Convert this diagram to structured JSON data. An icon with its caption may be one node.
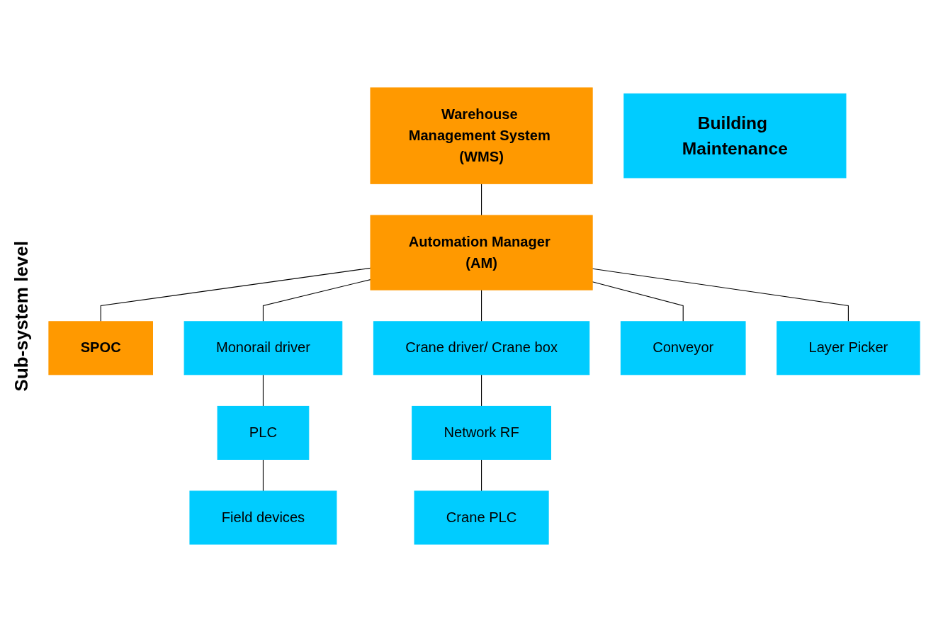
{
  "diagram": {
    "nodes": [
      {
        "text": [
          "Warehouse Management System (WMS)"
        ]
      },
      {
        "text": [
          "Automation Manager (AM)"
        ]
      },
      {
        "text": [
          "SPOC"
        ]
      },
      {
        "text": [
          "Monorail driver"
        ]
      },
      {
        "text": [
          "Crane driver/ Crane box"
        ]
      },
      {
        "text": [
          "Conveyor"
        ]
      },
      {
        "text": [
          "Layer Picker"
        ]
      },
      {
        "text": [
          "PLC"
        ]
      },
      {
        "text": [
          "Network RF"
        ]
      },
      {
        "text": [
          "Field devices"
        ]
      },
      {
        "text": [
          "Crane PLC"
        ]
      },
      {
        "text": [
          "Building Maintenance"
        ]
      }
    ],
    "edges": [
      {
        "from": 0,
        "to": 1,
        "arrow": "none"
      },
      {
        "from": 1,
        "to": 2,
        "arrow": "none"
      },
      {
        "from": 1,
        "to": 3,
        "arrow": "none"
      },
      {
        "from": 1,
        "to": 4,
        "arrow": "none"
      },
      {
        "from": 1,
        "to": 5,
        "arrow": "none"
      },
      {
        "from": 1,
        "to": 6,
        "arrow": "none"
      },
      {
        "from": 3,
        "to": 7,
        "arrow": "none"
      },
      {
        "from": 7,
        "to": 9,
        "arrow": "none"
      },
      {
        "from": 4,
        "to": 8,
        "arrow": "none"
      },
      {
        "from": 8,
        "to": 10,
        "arrow": "none"
      }
    ],
    "labels": [
      "Sub-system level"
    ]
  }
}
